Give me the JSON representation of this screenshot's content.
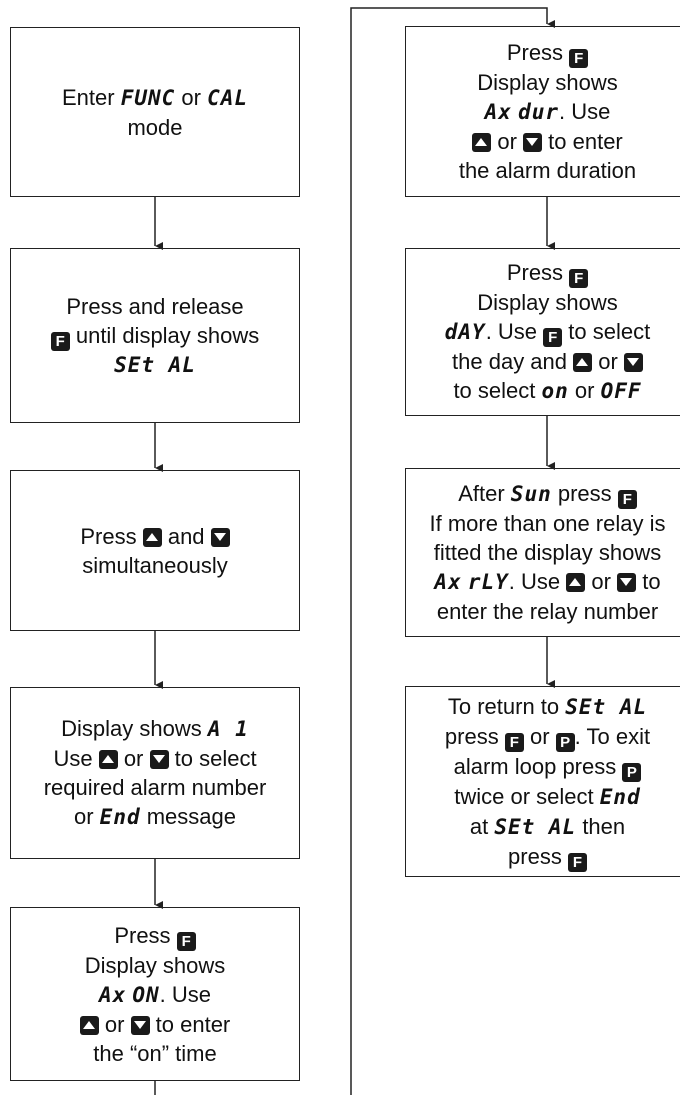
{
  "left_column": {
    "step1": {
      "enter": "Enter",
      "func": "FUNC",
      "or": "or",
      "cal": "CAL",
      "mode": "mode"
    },
    "step2": {
      "line1": "Press and release",
      "until": "until display shows",
      "set_al": "SEt AL"
    },
    "step3": {
      "press": "Press",
      "and": "and",
      "line2": "simultaneously"
    },
    "step4": {
      "display_shows": "Display shows",
      "a1": "A 1",
      "use": "Use",
      "or": "or",
      "to_select": "to select",
      "line3": "required alarm number",
      "or2": "or",
      "end": "End",
      "message": "message"
    },
    "step5": {
      "press": "Press",
      "display_shows": "Display shows",
      "ax": "Ax",
      "on": "ON",
      "use": ". Use",
      "or": "or",
      "to_enter": "to enter",
      "line5": "the “on” time"
    }
  },
  "right_column": {
    "step6": {
      "press": "Press",
      "display_shows": "Display shows",
      "ax": "Ax",
      "dur": "dur",
      "use": ". Use",
      "or": "or",
      "to_enter": "to enter",
      "line5": "the alarm duration"
    },
    "step7": {
      "press": "Press",
      "display_shows": "Display shows",
      "day": "dAY",
      "use": ". Use",
      "to_select": "to select",
      "the_day_and": "the day and",
      "or": "or",
      "to_select2": "to select",
      "on": "on",
      "or2": "or",
      "off": "OFF"
    },
    "step8": {
      "after": "After",
      "sun": "Sun",
      "press": "press",
      "line2": "If more than one relay is",
      "line3": "fitted the display shows",
      "ax": "Ax",
      "rly": "rLY",
      "use": ". Use",
      "or": "or",
      "to": "to",
      "line5": "enter the relay number"
    },
    "step9": {
      "to_return": "To return to",
      "set_al": "SEt AL",
      "press": "press",
      "or": "or",
      "to_exit": ". To exit",
      "alarm_loop": "alarm loop press",
      "twice": "twice or select",
      "end": "End",
      "at": "at",
      "set_al2": "SEt AL",
      "then": "then",
      "press2": "press"
    }
  },
  "keys": {
    "f": "F",
    "p": "P",
    "up": "up-arrow-key",
    "down": "down-arrow-key"
  }
}
